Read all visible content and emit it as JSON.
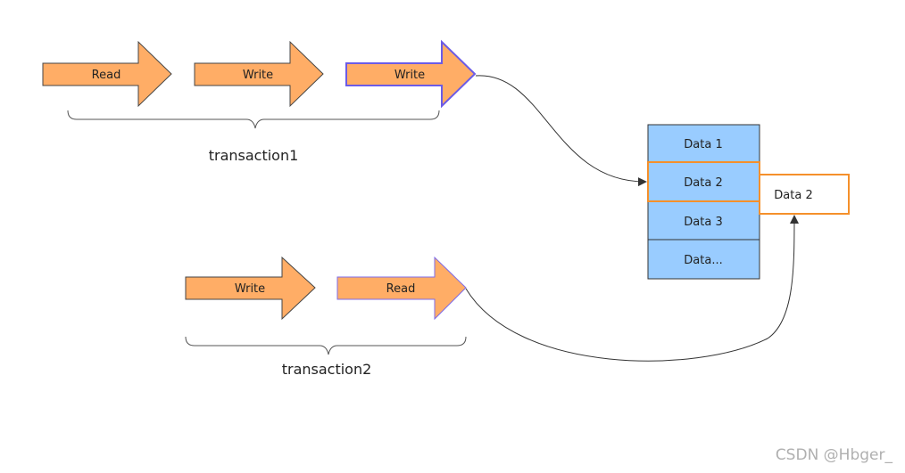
{
  "transaction1": {
    "steps": [
      {
        "label": "Read",
        "highlighted": false
      },
      {
        "label": "Write",
        "highlighted": false
      },
      {
        "label": "Write",
        "highlighted": true
      }
    ],
    "label": "transaction1"
  },
  "transaction2": {
    "steps": [
      {
        "label": "Write",
        "highlighted": false
      },
      {
        "label": "Read",
        "highlighted": true
      }
    ],
    "label": "transaction2"
  },
  "data_table": {
    "cells": [
      "Data 1",
      "Data 2",
      "Data 3",
      "Data..."
    ],
    "highlighted_cell": "Data 2"
  },
  "copy_box": {
    "label": "Data 2"
  },
  "watermark": "CSDN @Hbger_",
  "colors": {
    "arrow_fill": "#FFAD66",
    "arrow_stroke": "#444444",
    "arrow_highlight_stroke": "#6B5BE6",
    "cell_fill": "#99CCFF",
    "highlight_border": "#F5902B",
    "connector": "#333333"
  }
}
